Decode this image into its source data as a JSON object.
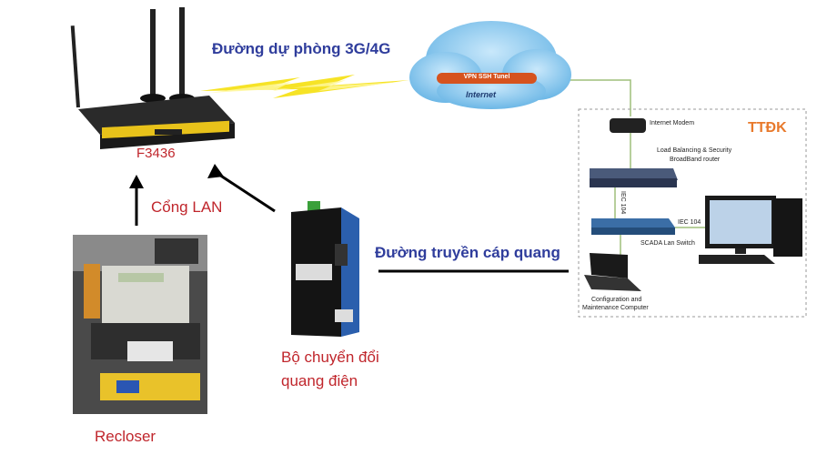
{
  "labels": {
    "backup_route": "Đường dự phòng 3G/4G",
    "fiber_route": "Đường truyền cáp quang",
    "lan_port": "Cổng LAN",
    "router_model": "F3436",
    "converter_line1": "Bộ chuyển đổi",
    "converter_line2": "quang điện",
    "recloser": "Recloser"
  },
  "cloud": {
    "tunnel": "VPN SSH Tunel",
    "internet": "Internet"
  },
  "control_center": {
    "title": "TTĐK",
    "title_color": "#e8792b",
    "internet_modem": "Internet Modem",
    "router_line1": "Load Balancing & Security",
    "router_line2": "BroadBand router",
    "iec_vertical": "IEC 104",
    "iec_horizontal": "IEC 104",
    "switch": "SCADA Lan Switch",
    "laptop_line1": "Configuration and",
    "laptop_line2": "Maintenance Computer"
  },
  "colors": {
    "label_red": "#c0262c",
    "label_blue": "#2f3d9c",
    "lightning": "#f5e21a",
    "line_green": "#9fbf7a"
  }
}
